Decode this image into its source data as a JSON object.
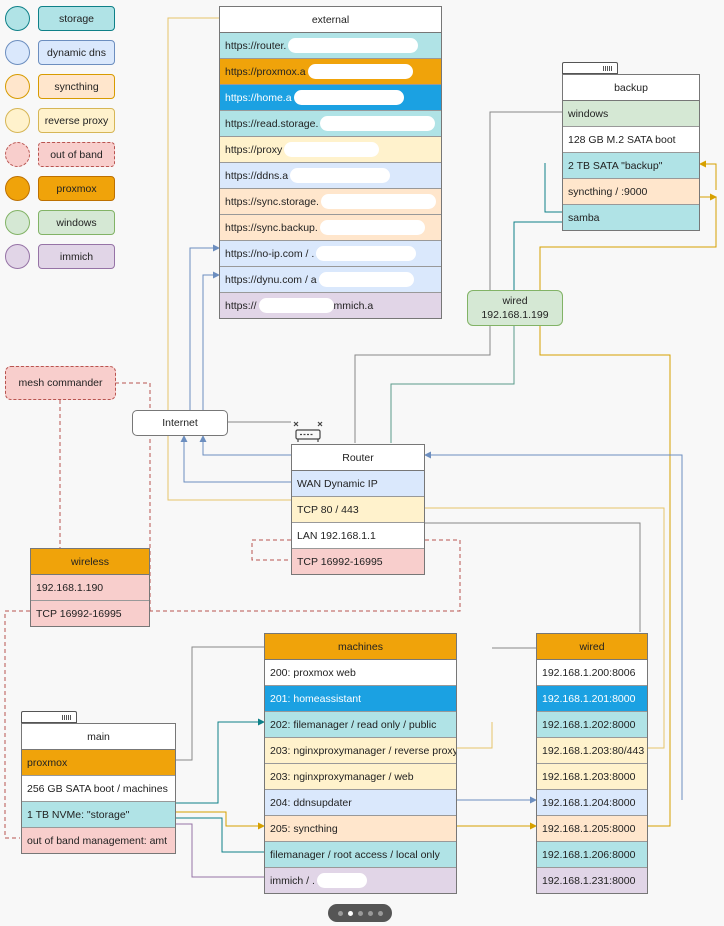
{
  "legend": [
    {
      "label": "storage",
      "color": "#b0e3e6",
      "stroke": "#0e8088"
    },
    {
      "label": "dynamic dns",
      "color": "#dae8fc",
      "stroke": "#6c8ebf"
    },
    {
      "label": "syncthing",
      "color": "#ffe6cc",
      "stroke": "#d79b00"
    },
    {
      "label": "reverse proxy",
      "color": "#fff2cc",
      "stroke": "#d6b656"
    },
    {
      "label": "out of band",
      "color": "#f8cecc",
      "stroke": "#b85450"
    },
    {
      "label": "proxmox",
      "color": "#f0a30a",
      "stroke": "#bd7000"
    },
    {
      "label": "windows",
      "color": "#d5e8d4",
      "stroke": "#82b366"
    },
    {
      "label": "immich",
      "color": "#e1d5e7",
      "stroke": "#9673a6"
    }
  ],
  "external": {
    "title": "external",
    "rows": [
      {
        "text": "https://router.",
        "kind": "storage"
      },
      {
        "text": "https://proxmox.a",
        "kind": "proxmox"
      },
      {
        "text": "https://home.a",
        "kind": "blue"
      },
      {
        "text": "https://read.storage.",
        "kind": "storage"
      },
      {
        "text": "https://proxy",
        "kind": "proxy"
      },
      {
        "text": "https://ddns.a",
        "kind": "ddns"
      },
      {
        "text": "https://sync.storage.",
        "kind": "sync"
      },
      {
        "text": "https://sync.backup.",
        "kind": "sync"
      },
      {
        "text": "https://no-ip.com / .",
        "kind": "ddns"
      },
      {
        "text": "https://dynu.com / a",
        "kind": "ddns"
      },
      {
        "text": "https://",
        "suffix": "mmich.a",
        "kind": "immich"
      }
    ]
  },
  "backup": {
    "title": "backup",
    "rows": [
      {
        "text": "windows",
        "kind": "windows"
      },
      {
        "text": "128 GB M.2 SATA boot",
        "kind": "white"
      },
      {
        "text": "2 TB SATA \"backup\"",
        "kind": "storage"
      },
      {
        "text": "syncthing / :9000",
        "kind": "sync"
      },
      {
        "text": "samba",
        "kind": "storage"
      }
    ]
  },
  "wired_badge": {
    "title": "wired",
    "ip": "192.168.1.199"
  },
  "mesh_commander": "mesh commander",
  "internet": "Internet",
  "router": {
    "title": "Router",
    "rows": [
      {
        "text": "WAN Dynamic IP",
        "kind": "ddns"
      },
      {
        "text": "TCP 80 / 443",
        "kind": "proxy"
      },
      {
        "text": "LAN 192.168.1.1",
        "kind": "white"
      },
      {
        "text": "TCP 16992-16995",
        "kind": "oob"
      }
    ]
  },
  "wireless": {
    "title": "wireless",
    "rows": [
      {
        "text": "192.168.1.190",
        "kind": "oob"
      },
      {
        "text": "TCP 16992-16995",
        "kind": "oob"
      }
    ]
  },
  "main": {
    "title": "main",
    "rows": [
      {
        "text": "proxmox",
        "kind": "proxmox"
      },
      {
        "text": "256 GB SATA boot / machines",
        "kind": "white"
      },
      {
        "text": "1 TB NVMe: \"storage\"",
        "kind": "storage"
      },
      {
        "text": "out of band management: amt",
        "kind": "oob"
      }
    ]
  },
  "machines": {
    "title": "machines",
    "rows": [
      {
        "text": "200: proxmox web",
        "kind": "white"
      },
      {
        "text": "201: homeassistant",
        "kind": "blue"
      },
      {
        "text": "202: filemanager / read only / public",
        "kind": "storage"
      },
      {
        "text": "203: nginxproxymanager / reverse proxy",
        "kind": "proxy"
      },
      {
        "text": "203: nginxproxymanager / web",
        "kind": "proxy"
      },
      {
        "text": "204: ddnsupdater",
        "kind": "ddns"
      },
      {
        "text": "205: syncthing",
        "kind": "sync"
      },
      {
        "text": "filemanager / root access / local only",
        "kind": "storage"
      },
      {
        "text": "immich / .",
        "kind": "immich"
      }
    ]
  },
  "wired": {
    "title": "wired",
    "rows": [
      {
        "text": "192.168.1.200:8006",
        "kind": "white"
      },
      {
        "text": "192.168.1.201:8000",
        "kind": "blue"
      },
      {
        "text": "192.168.1.202:8000",
        "kind": "storage"
      },
      {
        "text": "192.168.1.203:80/443",
        "kind": "proxy"
      },
      {
        "text": "192.168.1.203:8000",
        "kind": "proxy"
      },
      {
        "text": "192.168.1.204:8000",
        "kind": "ddns"
      },
      {
        "text": "192.168.1.205:8000",
        "kind": "sync"
      },
      {
        "text": "192.168.1.206:8000",
        "kind": "storage"
      },
      {
        "text": "192.168.1.231:8000",
        "kind": "immich"
      }
    ]
  },
  "pager": {
    "count": 5,
    "active": 1
  }
}
